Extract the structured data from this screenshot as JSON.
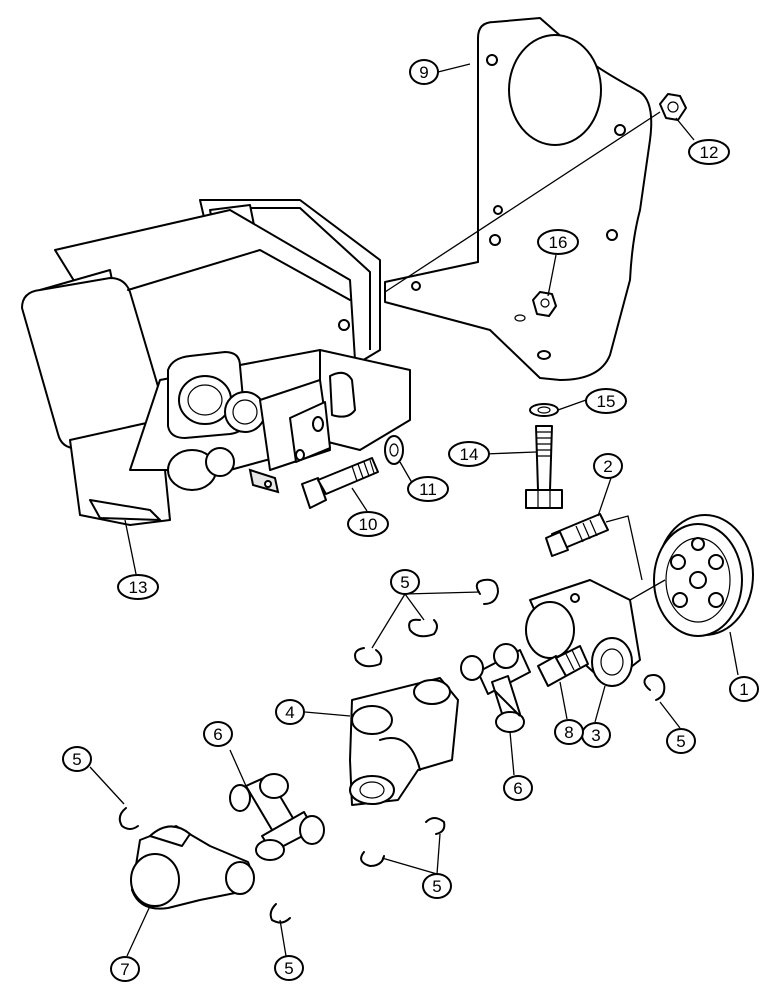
{
  "callouts": [
    {
      "id": "c1",
      "label": "1"
    },
    {
      "id": "c2",
      "label": "2"
    },
    {
      "id": "c3",
      "label": "3"
    },
    {
      "id": "c4",
      "label": "4"
    },
    {
      "id": "c5a",
      "label": "5"
    },
    {
      "id": "c5b",
      "label": "5"
    },
    {
      "id": "c5c",
      "label": "5"
    },
    {
      "id": "c5d",
      "label": "5"
    },
    {
      "id": "c5e",
      "label": "5"
    },
    {
      "id": "c6a",
      "label": "6"
    },
    {
      "id": "c6b",
      "label": "6"
    },
    {
      "id": "c7",
      "label": "7"
    },
    {
      "id": "c8",
      "label": "8"
    },
    {
      "id": "c9",
      "label": "9"
    },
    {
      "id": "c10",
      "label": "10"
    },
    {
      "id": "c11",
      "label": "11"
    },
    {
      "id": "c12",
      "label": "12"
    },
    {
      "id": "c13",
      "label": "13"
    },
    {
      "id": "c14",
      "label": "14"
    },
    {
      "id": "c15",
      "label": "15"
    },
    {
      "id": "c16",
      "label": "16"
    }
  ]
}
